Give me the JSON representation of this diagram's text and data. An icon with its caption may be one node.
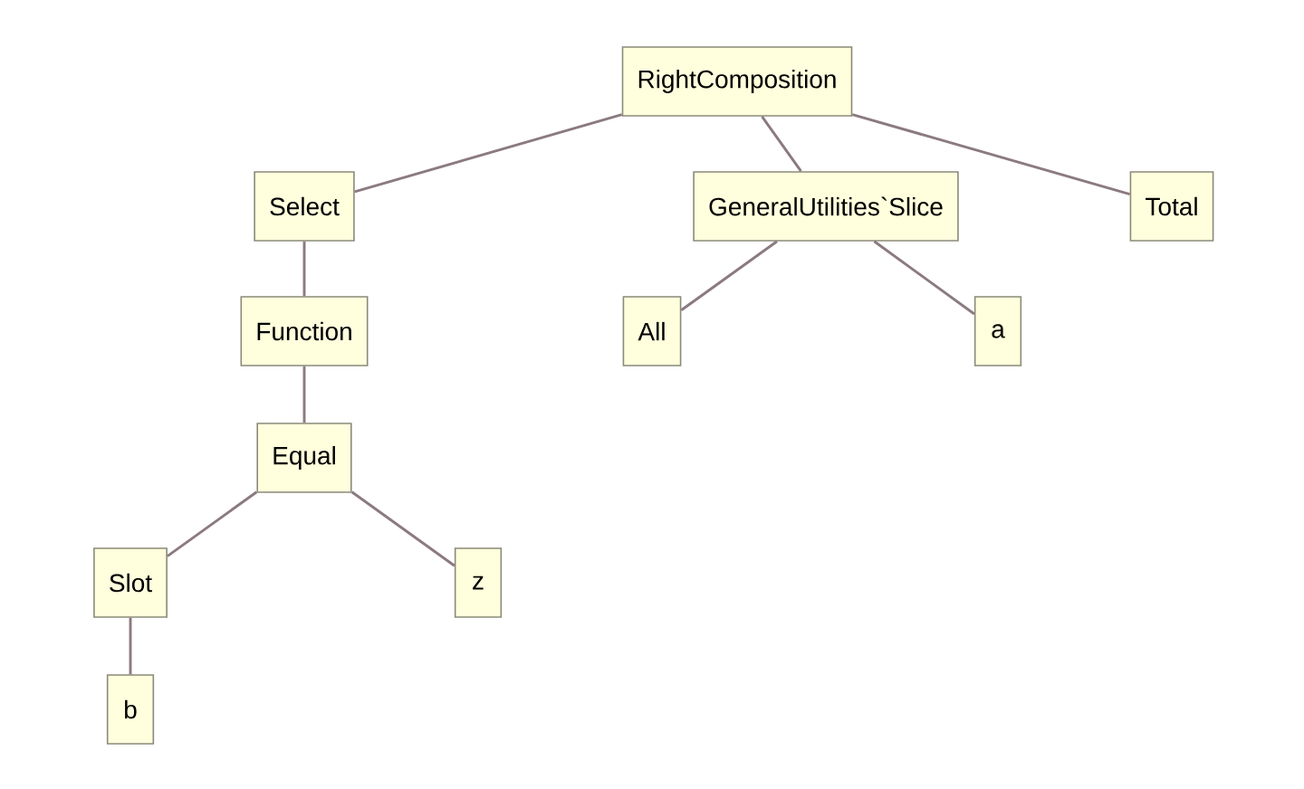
{
  "diagram": {
    "nodes": [
      {
        "text": [
          "RightComposition"
        ]
      },
      {
        "text": [
          "Select"
        ]
      },
      {
        "text": [
          "GeneralUtilities`Slice"
        ]
      },
      {
        "text": [
          "Total"
        ]
      },
      {
        "text": [
          "Function"
        ]
      },
      {
        "text": [
          "All"
        ]
      },
      {
        "text": [
          "a"
        ]
      },
      {
        "text": [
          "Equal"
        ]
      },
      {
        "text": [
          "Slot"
        ]
      },
      {
        "text": [
          "z"
        ]
      },
      {
        "text": [
          "b"
        ]
      }
    ],
    "edges": [
      {
        "from": 0,
        "to": 1,
        "arrow": "none"
      },
      {
        "from": 0,
        "to": 2,
        "arrow": "none"
      },
      {
        "from": 0,
        "to": 3,
        "arrow": "none"
      },
      {
        "from": 1,
        "to": 4,
        "arrow": "none"
      },
      {
        "from": 2,
        "to": 5,
        "arrow": "none"
      },
      {
        "from": 2,
        "to": 6,
        "arrow": "none"
      },
      {
        "from": 4,
        "to": 7,
        "arrow": "none"
      },
      {
        "from": 7,
        "to": 8,
        "arrow": "none"
      },
      {
        "from": 7,
        "to": 9,
        "arrow": "none"
      },
      {
        "from": 8,
        "to": 10,
        "arrow": "none"
      }
    ]
  }
}
